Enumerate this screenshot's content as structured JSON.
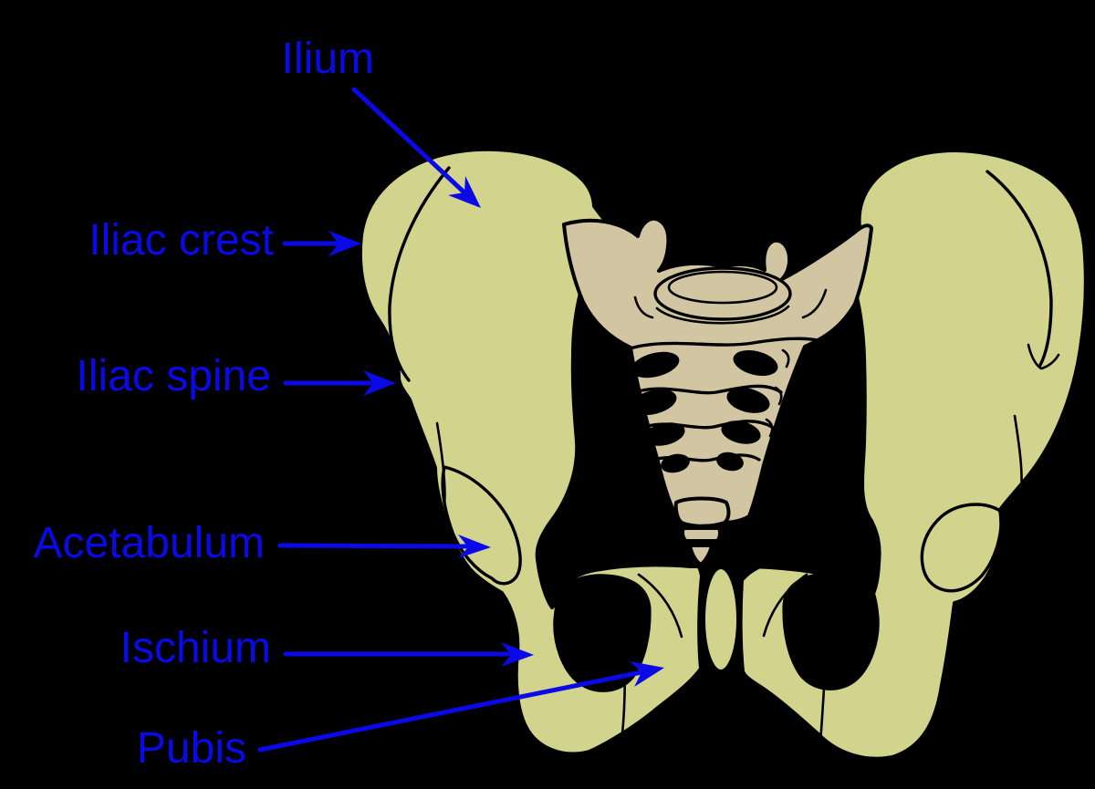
{
  "figure": {
    "type": "anatomical-diagram",
    "subject": "pelvis-anterior-view",
    "colors": {
      "background": "#000000",
      "bone": "#d2d38c",
      "sacrum": "#d2c5a2",
      "outline": "#000000",
      "label": "#0a0ae8"
    },
    "labels": [
      {
        "id": "ilium",
        "text": "Ilium"
      },
      {
        "id": "iliac-crest",
        "text": "Iliac crest"
      },
      {
        "id": "iliac-spine",
        "text": "Iliac spine"
      },
      {
        "id": "acetabulum",
        "text": "Acetabulum"
      },
      {
        "id": "ischium",
        "text": "Ischium"
      },
      {
        "id": "pubis",
        "text": "Pubis"
      }
    ]
  }
}
